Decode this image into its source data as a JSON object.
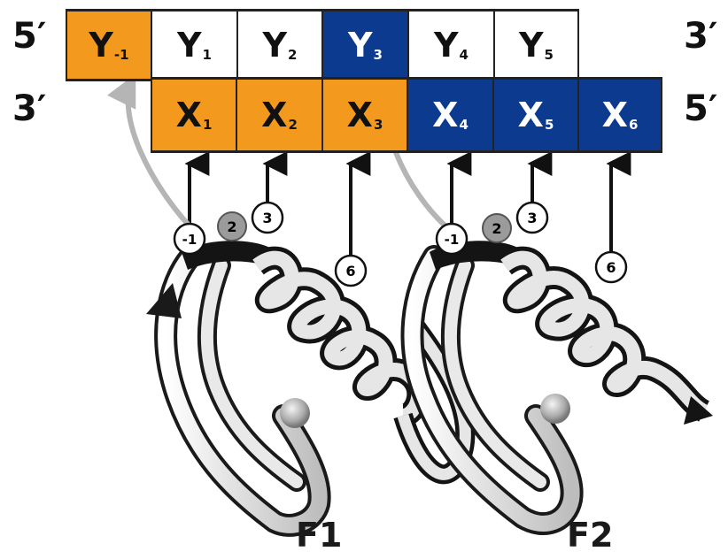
{
  "top_strand": {
    "left_end": "5′",
    "right_end": "3′",
    "cells": [
      {
        "letter": "Y",
        "sub": "-1",
        "color": "orange"
      },
      {
        "letter": "Y",
        "sub": "1",
        "color": "white"
      },
      {
        "letter": "Y",
        "sub": "2",
        "color": "white"
      },
      {
        "letter": "Y",
        "sub": "3",
        "color": "blue"
      },
      {
        "letter": "Y",
        "sub": "4",
        "color": "white"
      },
      {
        "letter": "Y",
        "sub": "5",
        "color": "white"
      }
    ]
  },
  "bottom_strand": {
    "left_end": "3′",
    "right_end": "5′",
    "cells": [
      {
        "letter": "X",
        "sub": "1",
        "color": "orange"
      },
      {
        "letter": "X",
        "sub": "2",
        "color": "orange"
      },
      {
        "letter": "X",
        "sub": "3",
        "color": "orange"
      },
      {
        "letter": "X",
        "sub": "4",
        "color": "blue"
      },
      {
        "letter": "X",
        "sub": "5",
        "color": "blue"
      },
      {
        "letter": "X",
        "sub": "6",
        "color": "blue"
      }
    ]
  },
  "positions": [
    "-1",
    "2",
    "3",
    "6"
  ],
  "fingers": [
    {
      "label": "F1"
    },
    {
      "label": "F2"
    }
  ],
  "colors": {
    "orange": "#f39a1e",
    "blue": "#0b3a8f",
    "white": "#ffffff",
    "ribbon_light": "#e6e6e6",
    "ribbon_dark": "#141414",
    "arrow_grey": "#b5b5b5"
  }
}
